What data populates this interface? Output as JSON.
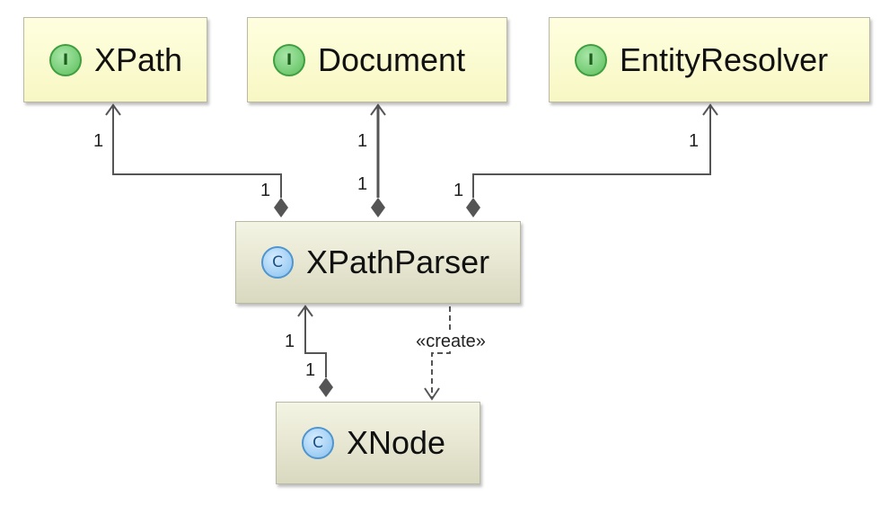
{
  "boxes": {
    "xpath": {
      "kind": "I",
      "name": "XPath"
    },
    "document": {
      "kind": "I",
      "name": "Document"
    },
    "entity_resolver": {
      "kind": "I",
      "name": "EntityResolver"
    },
    "xpath_parser": {
      "kind": "C",
      "name": "XPathParser"
    },
    "xnode": {
      "kind": "C",
      "name": "XNode"
    }
  },
  "edges": {
    "xpath_parser_to_xpath": {
      "source_multiplicity": "1",
      "target_multiplicity": "1"
    },
    "xpath_parser_to_document": {
      "source_multiplicity": "1",
      "target_multiplicity": "1"
    },
    "xpath_parser_to_entity_resolver": {
      "source_multiplicity": "1",
      "target_multiplicity": "1"
    },
    "xnode_to_xpath_parser": {
      "source_multiplicity": "1",
      "target_multiplicity": "1"
    },
    "xpath_parser_creates_xnode": {
      "stereotype": "«create»"
    }
  },
  "colors": {
    "interface_fill": "#fafad2",
    "class_fill": "#e6e6d2",
    "interface_badge": "#6cc66c",
    "class_badge": "#9ccdf2",
    "line": "#555555"
  }
}
